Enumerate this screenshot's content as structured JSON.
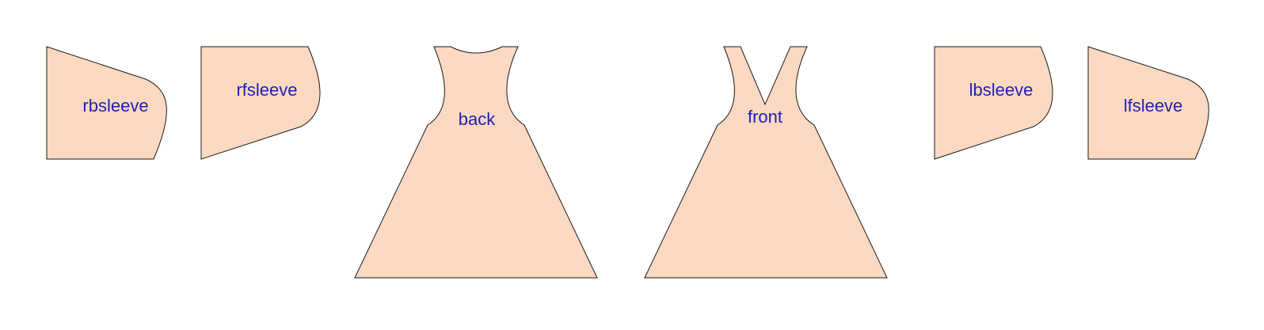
{
  "colors": {
    "fill": "#fdd9c2",
    "stroke": "#1a1a1a",
    "label": "#1f1fb3",
    "background": "#ffffff"
  },
  "pieces": [
    {
      "id": "rbsleeve",
      "label": "rbsleeve"
    },
    {
      "id": "rfsleeve",
      "label": "rfsleeve"
    },
    {
      "id": "back",
      "label": "back"
    },
    {
      "id": "front",
      "label": "front"
    },
    {
      "id": "lbsleeve",
      "label": "lbsleeve"
    },
    {
      "id": "lfsleeve",
      "label": "lfsleeve"
    }
  ]
}
